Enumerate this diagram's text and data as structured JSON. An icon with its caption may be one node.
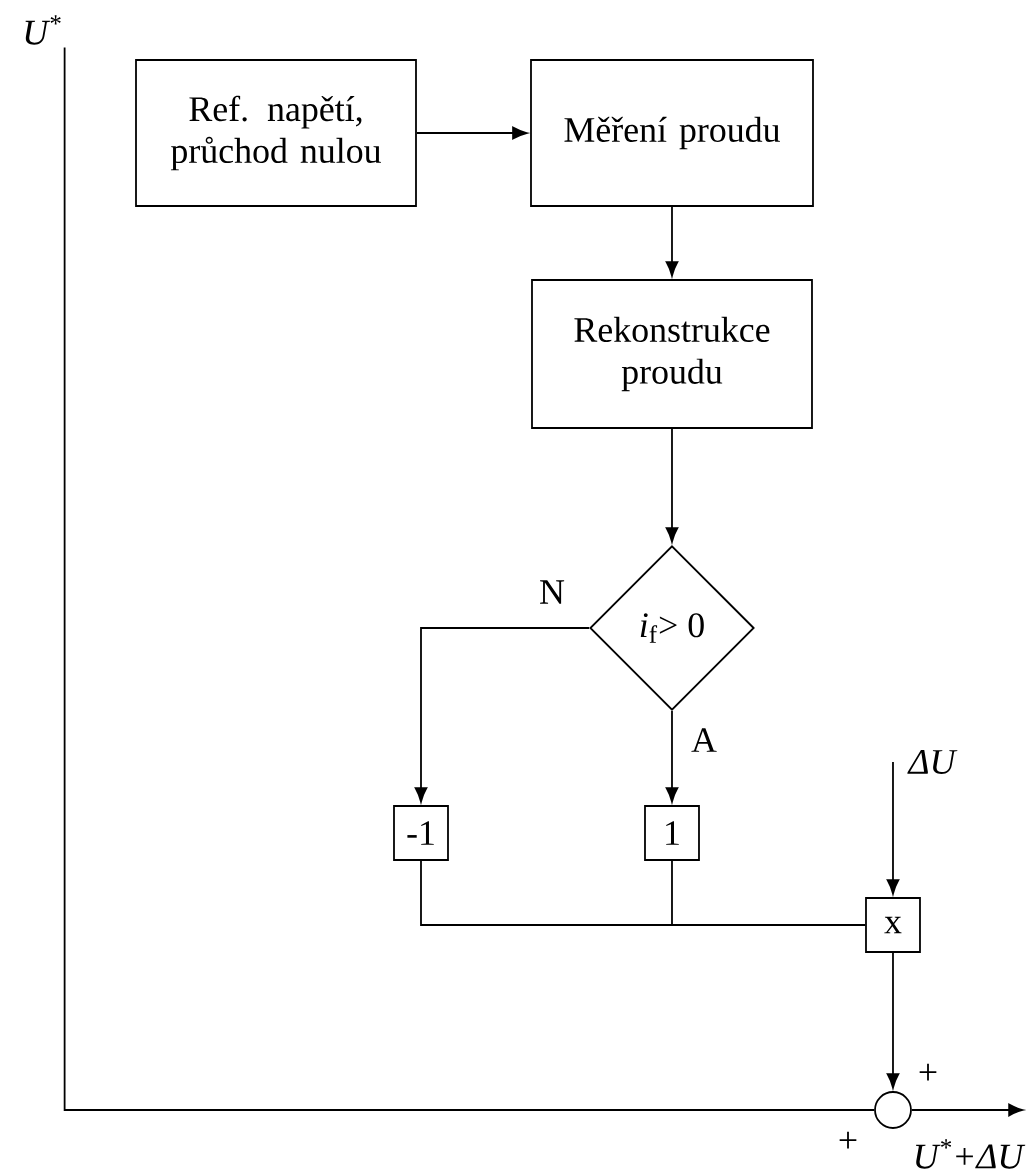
{
  "diagram": {
    "nodes": [
      {
        "text": [
          "Ref. napětí, průchod nulou"
        ]
      },
      {
        "text": [
          "Měření proudu"
        ]
      },
      {
        "text": [
          "Rekonstrukce proudu"
        ]
      },
      {
        "text": [
          "*i*$_{f}$> 0"
        ]
      },
      {
        "text": [
          "-1"
        ]
      },
      {
        "text": [
          "1"
        ]
      },
      {
        "text": [
          "x"
        ]
      },
      {
        "text": [],
        "shape": "circle"
      },
      {
        "text": [
          "U$^{*}$"
        ]
      },
      {
        "text": [
          "ΔU"
        ]
      },
      {
        "text": [
          "U$^{*}$+ΔU"
        ]
      }
    ],
    "edges": [
      {
        "from": 0,
        "to": 1,
        "arrow": "to"
      },
      {
        "from": 1,
        "to": 2,
        "arrow": "to"
      },
      {
        "from": 2,
        "to": 3,
        "arrow": "to"
      },
      {
        "from": 3,
        "to": 4,
        "arrow": "to",
        "label": "N"
      },
      {
        "from": 3,
        "to": 5,
        "arrow": "to",
        "label": "A"
      },
      {
        "from": 4,
        "to": 6,
        "arrow": "none"
      },
      {
        "from": 5,
        "to": 6,
        "arrow": "none"
      },
      {
        "from": 6,
        "to": 7,
        "arrow": "to"
      },
      {
        "from": 9,
        "to": 6,
        "arrow": "to"
      },
      {
        "from": 8,
        "to": 7,
        "arrow": "none"
      },
      {
        "from": 7,
        "to": 10,
        "arrow": "to"
      }
    ],
    "labels": [
      "+",
      "+"
    ]
  }
}
